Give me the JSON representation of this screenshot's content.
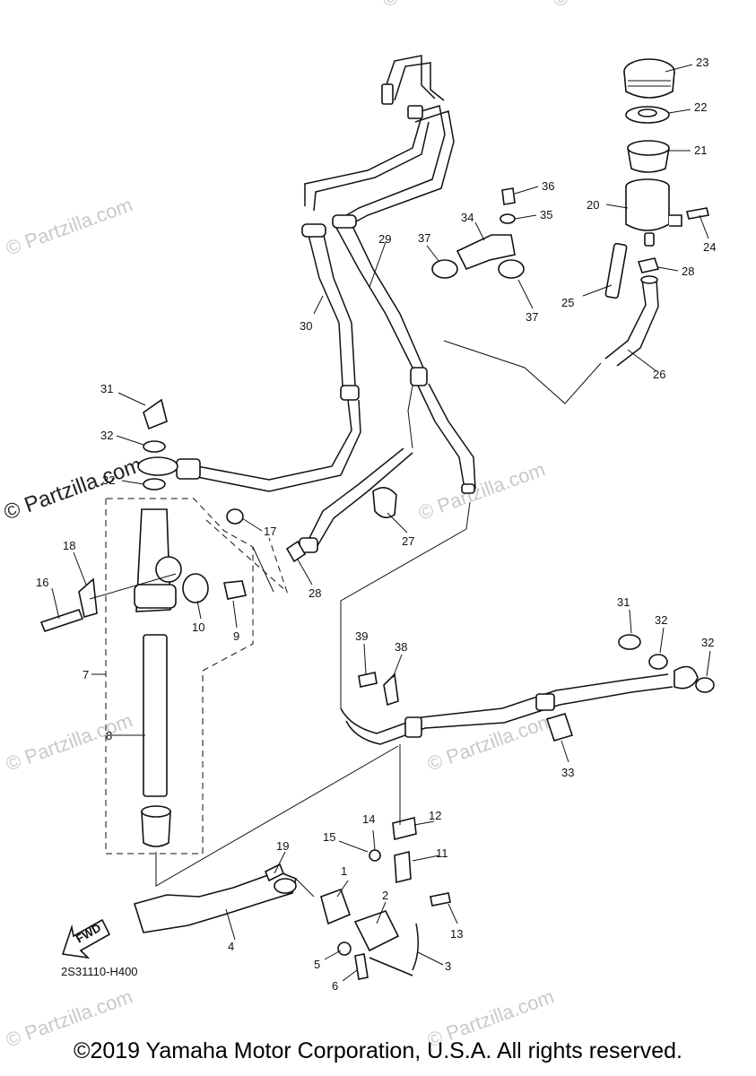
{
  "watermarks": [
    "© Partzilla.com",
    "© Partzilla.com",
    "© Partzilla.com",
    "© Partzilla.com",
    "© Partzilla.com",
    "© Partzilla.com",
    "© Partzilla.com",
    "© Partzilla.com"
  ],
  "watermark_prominent": "© Partzilla.com",
  "callouts": [
    "1",
    "2",
    "3",
    "4",
    "5",
    "6",
    "7",
    "8",
    "9",
    "10",
    "11",
    "12",
    "13",
    "14",
    "15",
    "16",
    "17",
    "18",
    "19",
    "20",
    "21",
    "22",
    "23",
    "24",
    "25",
    "26",
    "27",
    "28",
    "28",
    "29",
    "30",
    "31",
    "31",
    "32",
    "32",
    "32",
    "32",
    "33",
    "34",
    "35",
    "36",
    "37",
    "37",
    "38",
    "39"
  ],
  "fwd_label": "FWD",
  "diagram_code": "2S31110-H400",
  "copyright": "©2019 Yamaha Motor Corporation, U.S.A. All rights reserved."
}
